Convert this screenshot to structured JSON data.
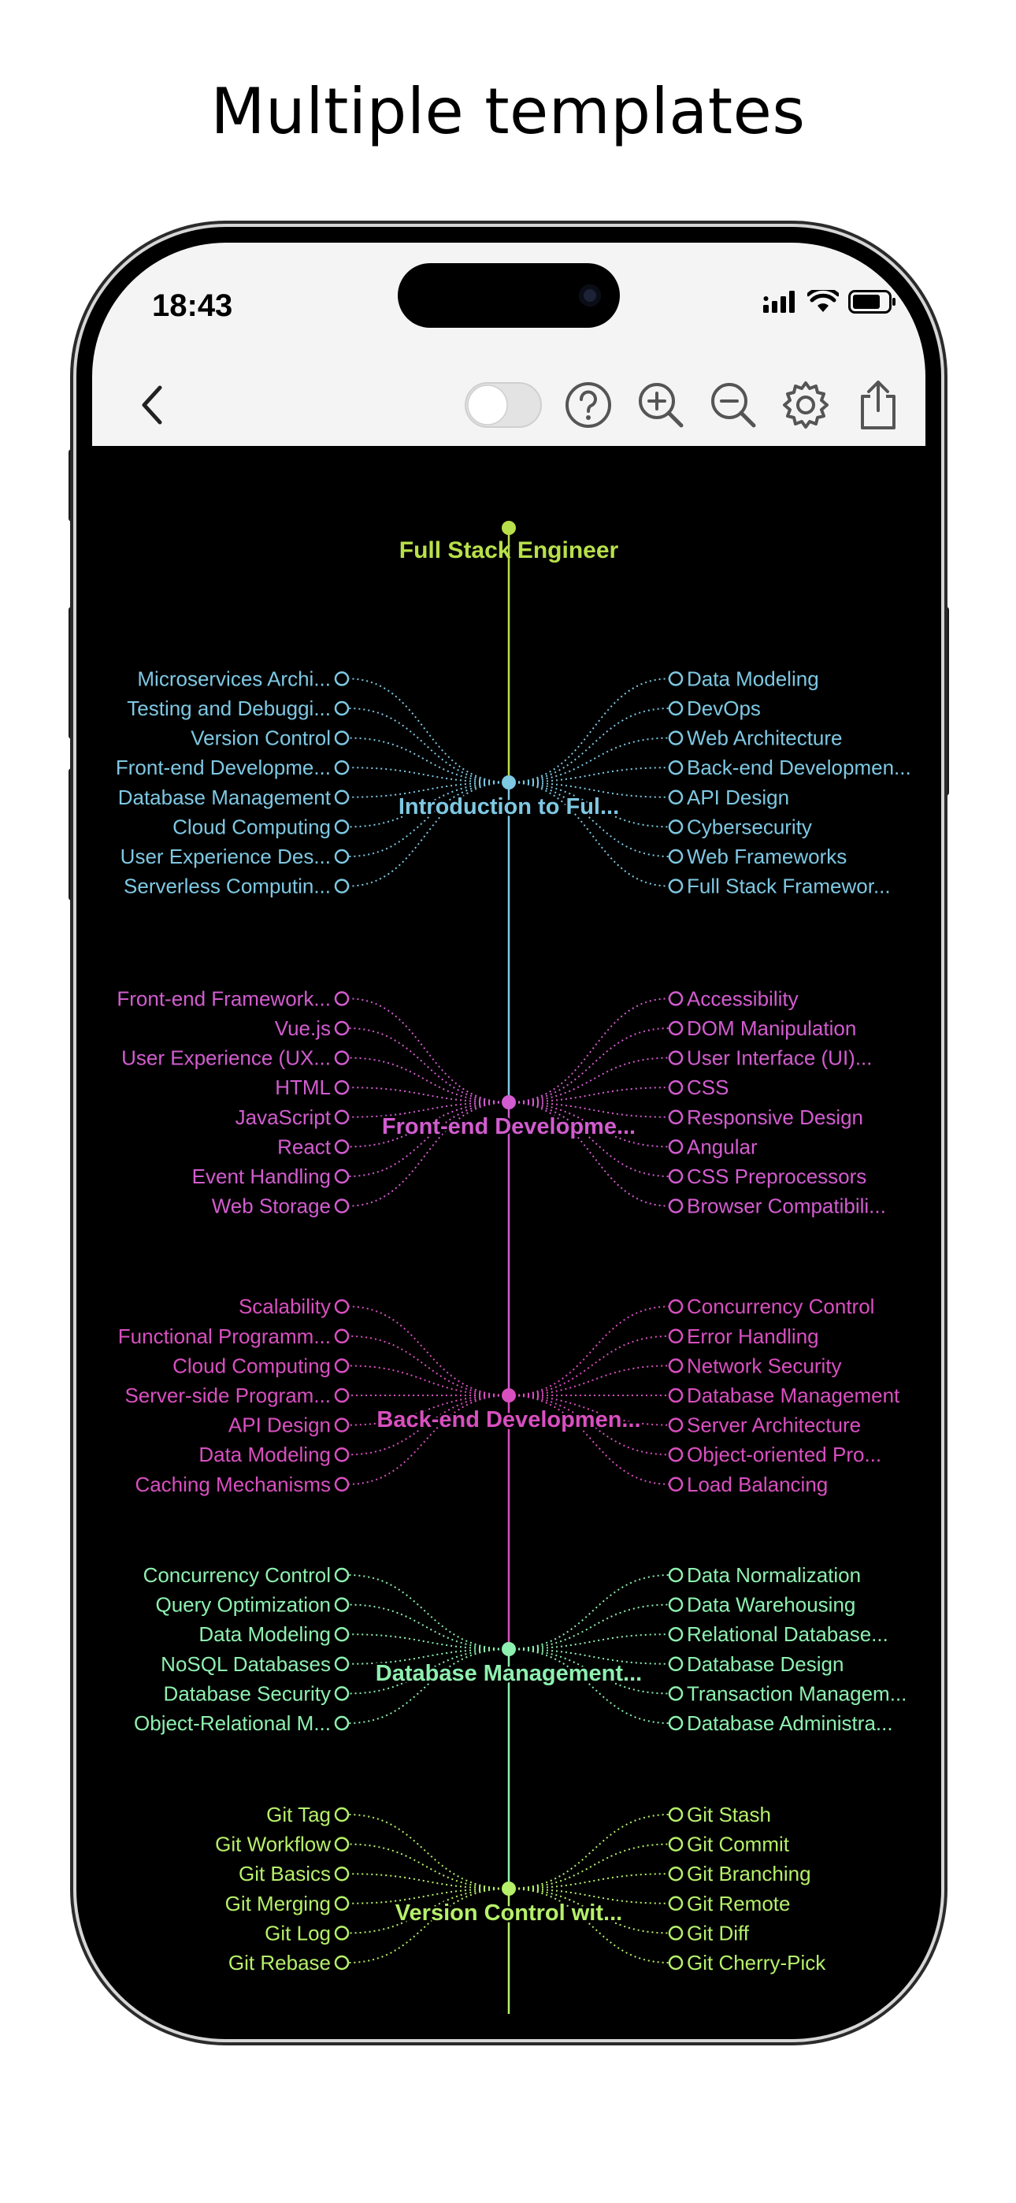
{
  "headline": "Multiple templates",
  "status": {
    "time": "18:43"
  },
  "toolbar": {
    "icons": [
      "back-chevron-icon",
      "theme-toggle",
      "help-icon",
      "zoom-in-icon",
      "zoom-out-icon",
      "gear-icon",
      "share-icon"
    ]
  },
  "mindmap": {
    "root": "Full Stack Engineer",
    "root_color": "#b8e04a",
    "branches": [
      {
        "label": "Introduction to Ful...",
        "color": "#7ec8e3",
        "left": [
          "Microservices Archi...",
          "Testing and Debuggi...",
          "Version Control",
          "Front-end Developme...",
          "Database Management",
          "Cloud Computing",
          "User Experience Des...",
          "Serverless Computin..."
        ],
        "right": [
          "Data Modeling",
          "DevOps",
          "Web Architecture",
          "Back-end Developmen...",
          "API Design",
          "Cybersecurity",
          "Web Frameworks",
          "Full Stack Framewor..."
        ]
      },
      {
        "label": "Front-end Developme...",
        "color": "#d25ccf",
        "left": [
          "Front-end Framework...",
          "Vue.js",
          "User Experience (UX...",
          "HTML",
          "JavaScript",
          "React",
          "Event Handling",
          "Web Storage"
        ],
        "right": [
          "Accessibility",
          "DOM Manipulation",
          "User Interface (UI)...",
          "CSS",
          "Responsive Design",
          "Angular",
          "CSS Preprocessors",
          "Browser Compatibili..."
        ]
      },
      {
        "label": "Back-end Developmen...",
        "color": "#d94fc0",
        "left": [
          "Scalability",
          "Functional Programm...",
          "Cloud Computing",
          "Server-side Program...",
          "API Design",
          "Data Modeling",
          "Caching Mechanisms"
        ],
        "right": [
          "Concurrency Control",
          "Error Handling",
          "Network Security",
          "Database Management",
          "Server Architecture",
          "Object-oriented Pro...",
          "Load Balancing"
        ]
      },
      {
        "label": "Database Management...",
        "color": "#8ef0b0",
        "left": [
          "Concurrency Control",
          "Query Optimization",
          "Data Modeling",
          "NoSQL Databases",
          "Database Security",
          "Object-Relational M..."
        ],
        "right": [
          "Data Normalization",
          "Data Warehousing",
          "Relational Database...",
          "Database Design",
          "Transaction Managem...",
          "Database Administra..."
        ]
      },
      {
        "label": "Version Control wit...",
        "color": "#b6f06a",
        "left": [
          "Git Tag",
          "Git Workflow",
          "Git Basics",
          "Git Merging",
          "Git Log",
          "Git Rebase"
        ],
        "right": [
          "Git Stash",
          "Git Commit",
          "Git Branching",
          "Git Remote",
          "Git Diff",
          "Git Cherry-Pick"
        ]
      }
    ]
  }
}
